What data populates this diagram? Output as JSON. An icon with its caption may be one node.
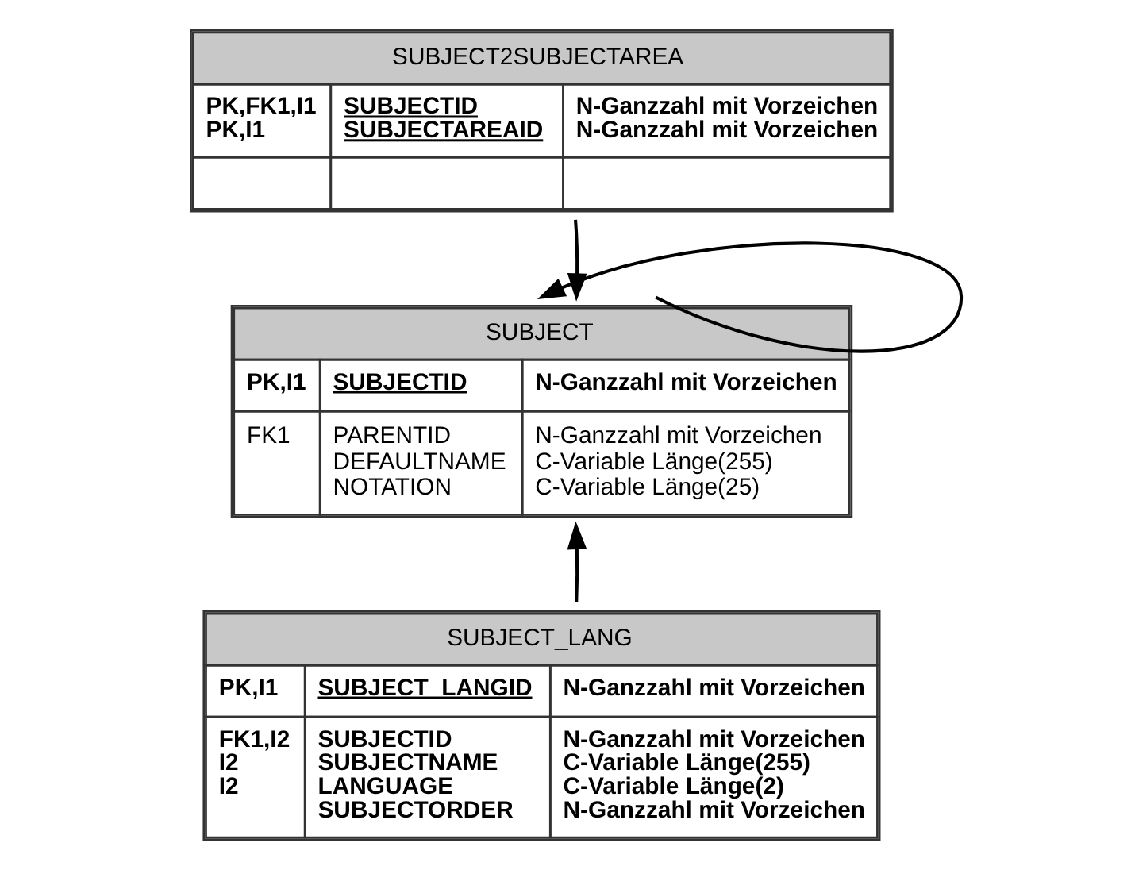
{
  "diagram": {
    "nodes": [
      {
        "text": [
          "SUBJECT2SUBJECTAREA",
          "PK,FK1,I1",
          "SUBJECTID",
          "N-Ganzzahl mit Vorzeichen",
          "PK,I1",
          "SUBJECTAREAID",
          "N-Ganzzahl mit Vorzeichen"
        ]
      },
      {
        "text": [
          "SUBJECT",
          "PK,I1",
          "SUBJECTID",
          "N-Ganzzahl mit Vorzeichen",
          "FK1",
          "PARENTID",
          "N-Ganzzahl mit Vorzeichen",
          "DEFAULTNAME",
          "C-Variable Länge(255)",
          "NOTATION",
          "C-Variable Länge(25)"
        ]
      },
      {
        "text": [
          "SUBJECT_LANG",
          "PK,I1",
          "SUBJECT_LANGID",
          "N-Ganzzahl mit Vorzeichen",
          "FK1,I2",
          "SUBJECTID",
          "N-Ganzzahl mit Vorzeichen",
          "I2",
          "SUBJECTNAME",
          "C-Variable Länge(255)",
          "I2",
          "LANGUAGE",
          "C-Variable Länge(2)",
          "SUBJECTORDER",
          "N-Ganzzahl mit Vorzeichen"
        ]
      }
    ],
    "edges": [
      {
        "from": 0,
        "to": 1,
        "arrow": "to"
      },
      {
        "from": 1,
        "to": 1,
        "arrow": "to"
      },
      {
        "from": 2,
        "to": 1,
        "arrow": "to"
      }
    ]
  }
}
